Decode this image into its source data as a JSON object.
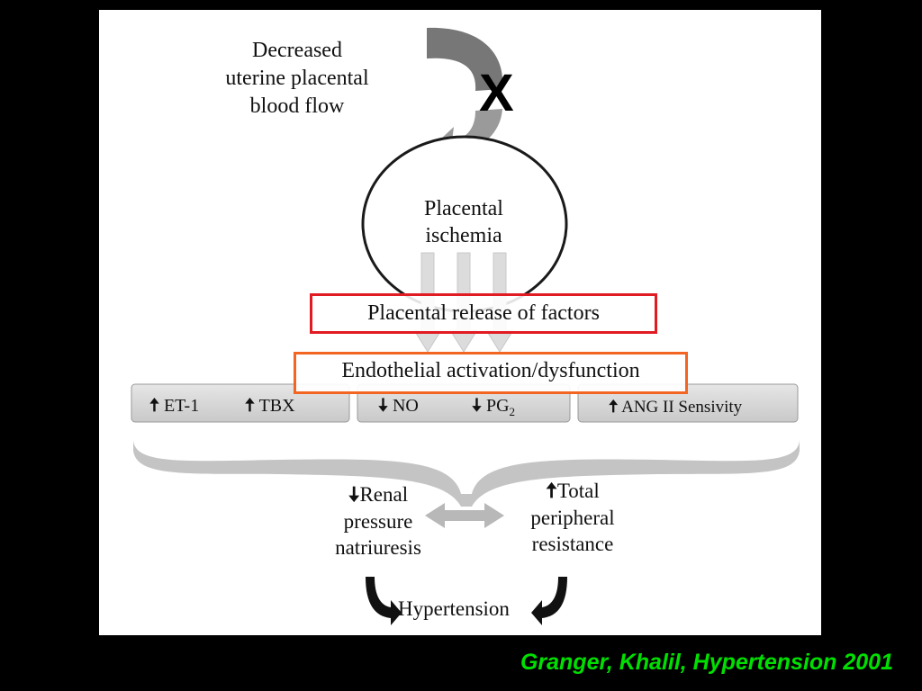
{
  "diagram": {
    "top_label": [
      "Decreased",
      "uterine placental",
      "blood flow"
    ],
    "blocked_mark": "X",
    "circle_label": [
      "Placental",
      "ischemia"
    ],
    "release_box": "Placental release of factors",
    "endothelial_box": "Endothelial activation/dysfunction",
    "factor_groups": [
      {
        "items": [
          {
            "arrow": "up",
            "label": "ET-1"
          },
          {
            "arrow": "up",
            "label": "TBX"
          }
        ]
      },
      {
        "items": [
          {
            "arrow": "down",
            "label": "NO"
          },
          {
            "arrow": "down",
            "label": "PG",
            "sub": "2"
          }
        ]
      },
      {
        "items": [
          {
            "arrow": "up",
            "label": "ANG II Sensivity"
          }
        ]
      }
    ],
    "left_outcome": {
      "arrow": "down",
      "lines": [
        "Renal",
        "pressure",
        "natriuresis"
      ]
    },
    "right_outcome": {
      "arrow": "up",
      "lines": [
        "Total",
        "peripheral",
        "resistance"
      ]
    },
    "result": "Hypertension",
    "colors": {
      "release_box": "#e11b22",
      "endothelial_box": "#f26522",
      "citation": "#00e000",
      "bar_fill": "#d2d2d2"
    }
  },
  "citation": "Granger, Khalil, Hypertension 2001"
}
